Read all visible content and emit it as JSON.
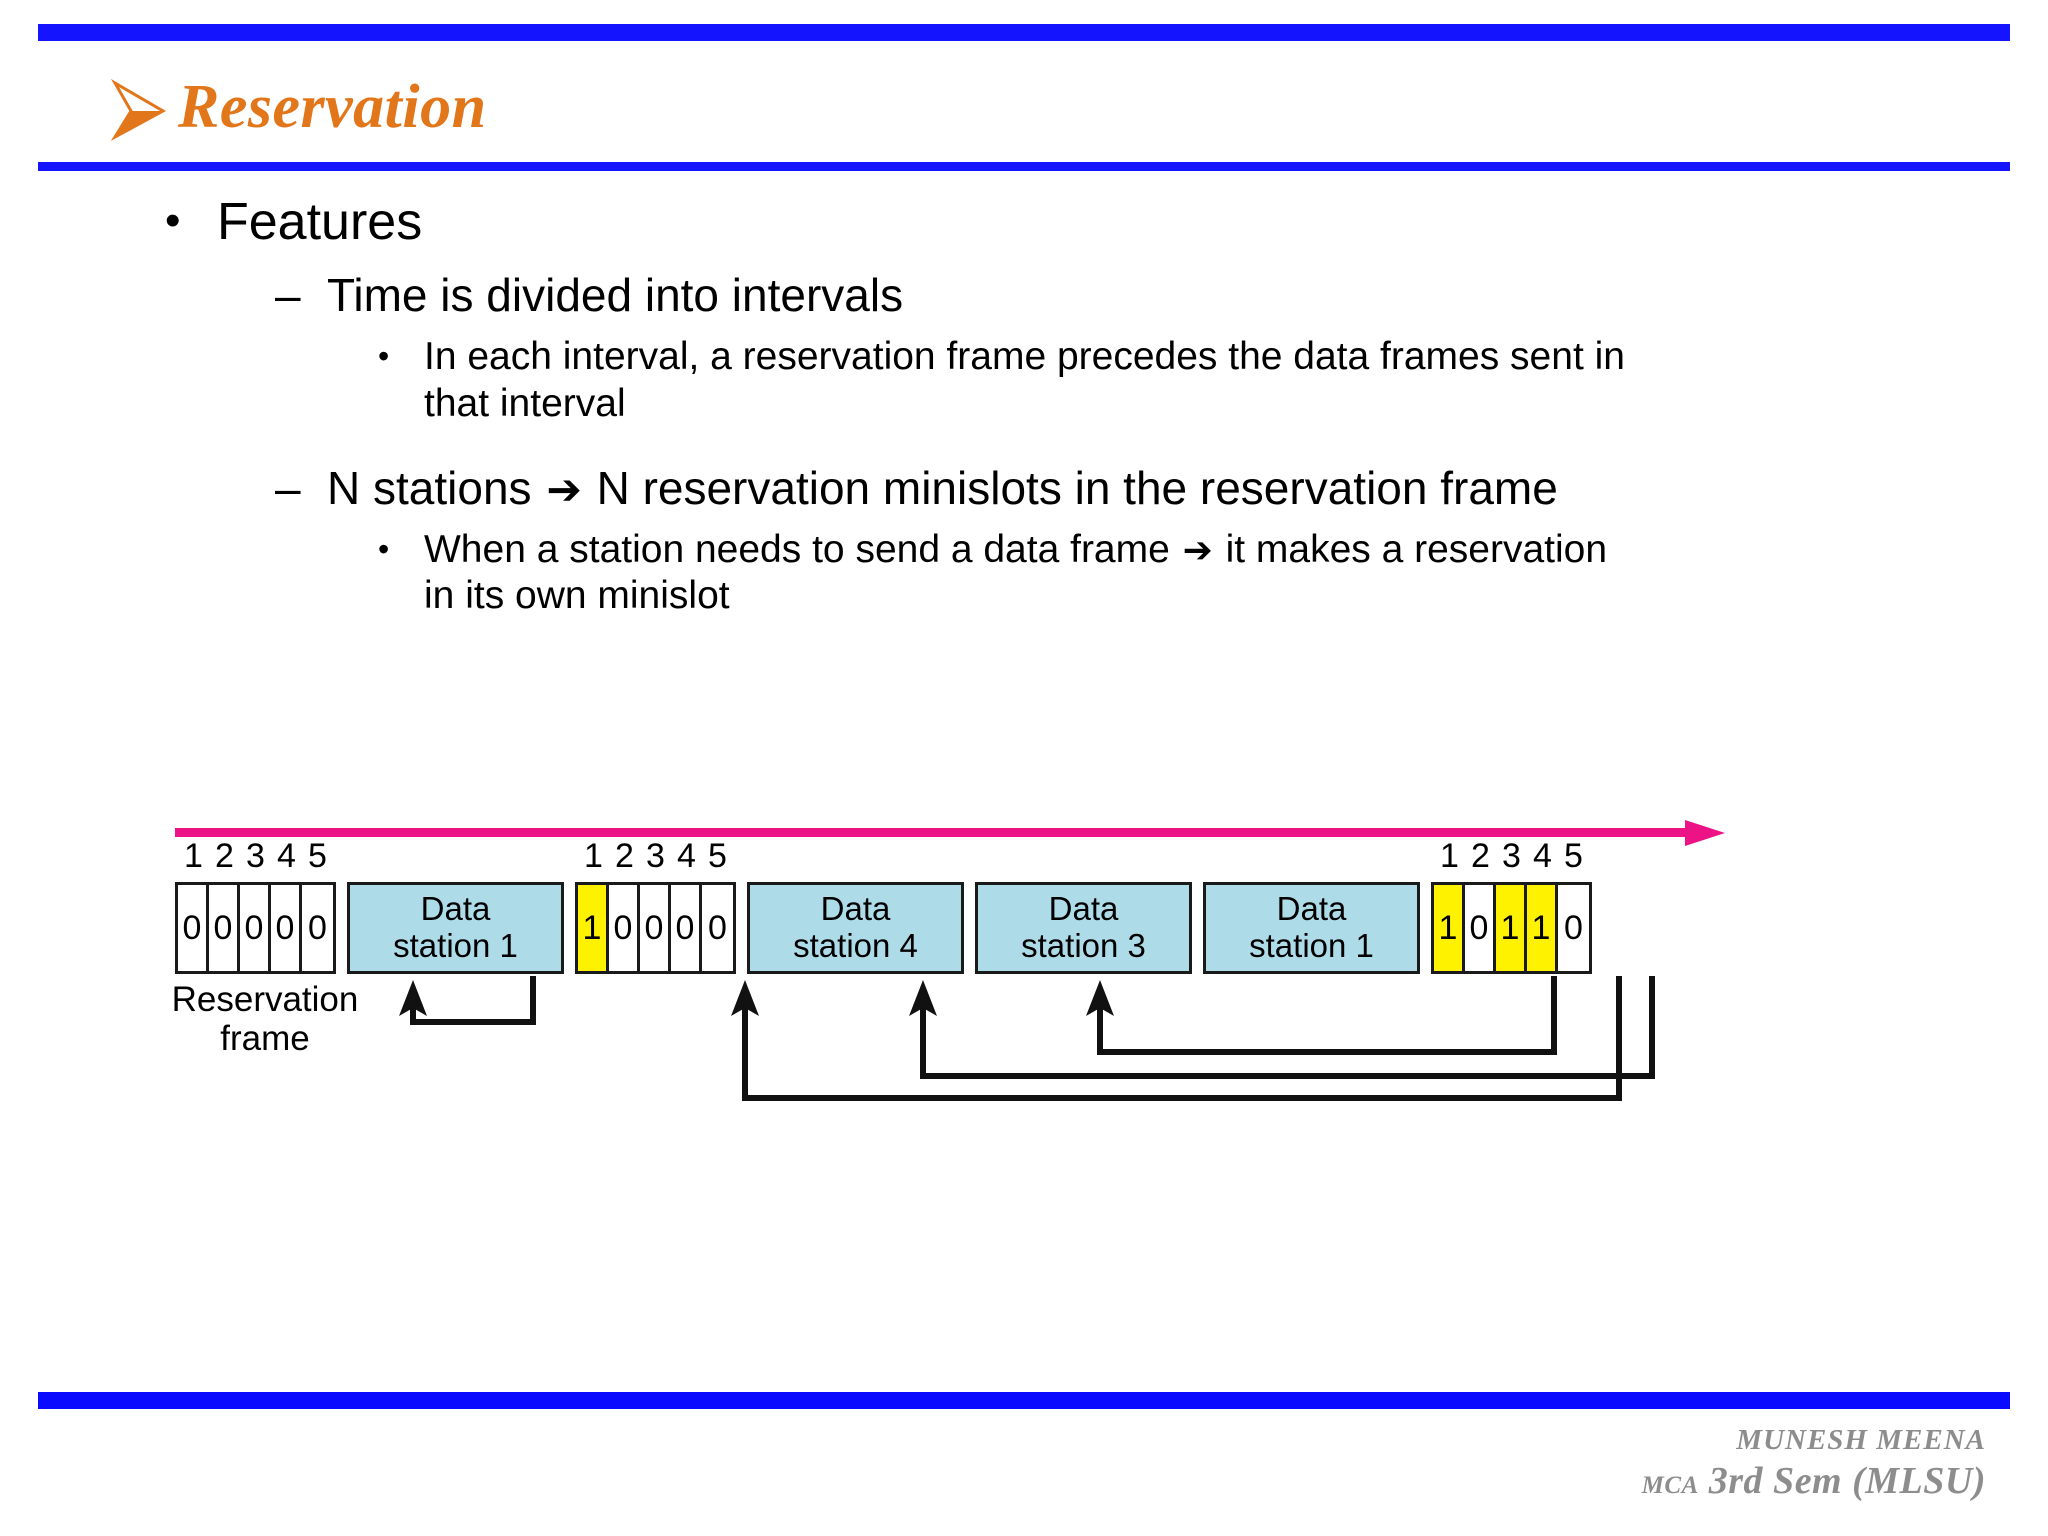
{
  "slide": {
    "title": "Reservation",
    "title_bullet_icon": "orange-arrow-bullet-icon",
    "accent_blue": "#1414FF",
    "accent_orange": "#E2761B",
    "accent_pink": "#EC1387",
    "data_box_fill": "#ADDCE8",
    "reserved_slot_fill": "#FFF200"
  },
  "body": {
    "l1_mark": "•",
    "l2_mark": "–",
    "l3_mark": "•",
    "features_heading": "Features",
    "point1": "Time is divided into intervals",
    "point1_sub_a": "In each interval, a reservation frame precedes the data frames sent in",
    "point1_sub_b": "that interval",
    "point2_pre": "N stations",
    "point2_arrow": "➔",
    "point2_post": "N reservation minislots in the reservation frame",
    "point2_sub_pre": "When a station needs to send a data frame",
    "point2_sub_arrow": "➔",
    "point2_sub_post": "it makes a reservation",
    "point2_sub_b": "in its own minislot"
  },
  "diagram": {
    "caption_line1": "Reservation",
    "caption_line2": "frame",
    "minislot_numbers": [
      "1",
      "2",
      "3",
      "4",
      "5"
    ],
    "frames": [
      {
        "name": "reservation-frame-1",
        "slots": [
          {
            "value": "0",
            "reserved": false
          },
          {
            "value": "0",
            "reserved": false
          },
          {
            "value": "0",
            "reserved": false
          },
          {
            "value": "0",
            "reserved": false
          },
          {
            "value": "0",
            "reserved": false
          }
        ]
      },
      {
        "name": "reservation-frame-2",
        "slots": [
          {
            "value": "1",
            "reserved": true
          },
          {
            "value": "0",
            "reserved": false
          },
          {
            "value": "0",
            "reserved": false
          },
          {
            "value": "0",
            "reserved": false
          },
          {
            "value": "0",
            "reserved": false
          }
        ]
      },
      {
        "name": "reservation-frame-3",
        "slots": [
          {
            "value": "1",
            "reserved": true
          },
          {
            "value": "0",
            "reserved": false
          },
          {
            "value": "1",
            "reserved": true
          },
          {
            "value": "1",
            "reserved": true
          },
          {
            "value": "0",
            "reserved": false
          }
        ]
      }
    ],
    "data_frames": [
      {
        "line1": "Data",
        "line2": "station 1"
      },
      {
        "line1": "Data",
        "line2": "station 4"
      },
      {
        "line1": "Data",
        "line2": "station 3"
      },
      {
        "line1": "Data",
        "line2": "station 1"
      }
    ]
  },
  "footer": {
    "author": "MUNESH   MEENA",
    "course_prefix": "MCA",
    "course": "3rd Sem (MLSU)"
  }
}
